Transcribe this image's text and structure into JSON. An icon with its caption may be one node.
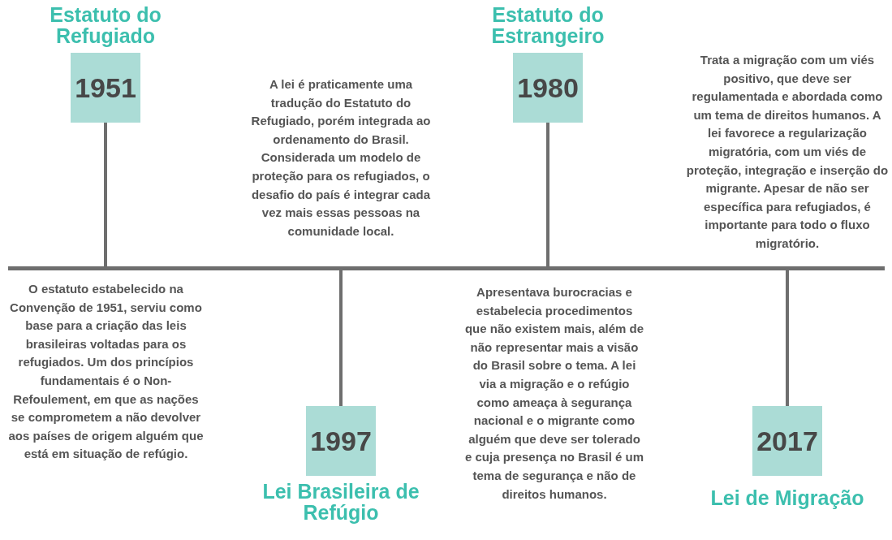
{
  "diagram": {
    "nodes": [
      {
        "text": [
          "Estatuto do Refugiado",
          "1951"
        ]
      },
      {
        "text": [
          "1997",
          "Lei Brasileira de Refúgio"
        ]
      },
      {
        "text": [
          "Estatuto do Estrangeiro",
          "1980"
        ]
      },
      {
        "text": [
          "2017",
          "Lei de Migração"
        ]
      },
      {
        "text": [],
        "shape": "bar"
      }
    ],
    "labels": [
      "A lei é praticamente uma tradução do Estatuto do Refugiado, porém integrada ao ordenamento do Brasil. Considerada um modelo de proteção para os refugiados, o desafio do país é integrar cada vez mais essas pessoas na comunidade local.",
      "Trata a migração com um viés positivo, que deve ser regulamentada e abordada como um tema de direitos humanos. A lei favorece a regularização migratória, com um viés de proteção, integração e inserção do migrante. Apesar de não ser específica para refugiados, é importante para todo o fluxo migratório.",
      "O estatuto estabelecido na Convenção de 1951, serviu como base para a criação das leis brasileiras voltadas para os refugiados. Um dos princípios fundamentais é o Non-Refoulement, em que as nações se comprometem a não devolver aos países de origem alguém que está em situação de refúgio.",
      "Apresentava burocracias e estabelecia procedimentos que não existem mais, além de não representar mais a visão do Brasil sobre o tema. A lei via a migração e o refúgio como ameaça à segurança nacional e o migrante como alguém que deve ser tolerado e cuja presença no Brasil é um tema de segurança e não de direitos humanos."
    ],
    "edges": [
      {
        "from": 0,
        "to": 4,
        "arrow": "none"
      },
      {
        "from": 1,
        "to": 4,
        "arrow": "none"
      },
      {
        "from": 2,
        "to": 4,
        "arrow": "none"
      },
      {
        "from": 3,
        "to": 4,
        "arrow": "none"
      }
    ]
  }
}
